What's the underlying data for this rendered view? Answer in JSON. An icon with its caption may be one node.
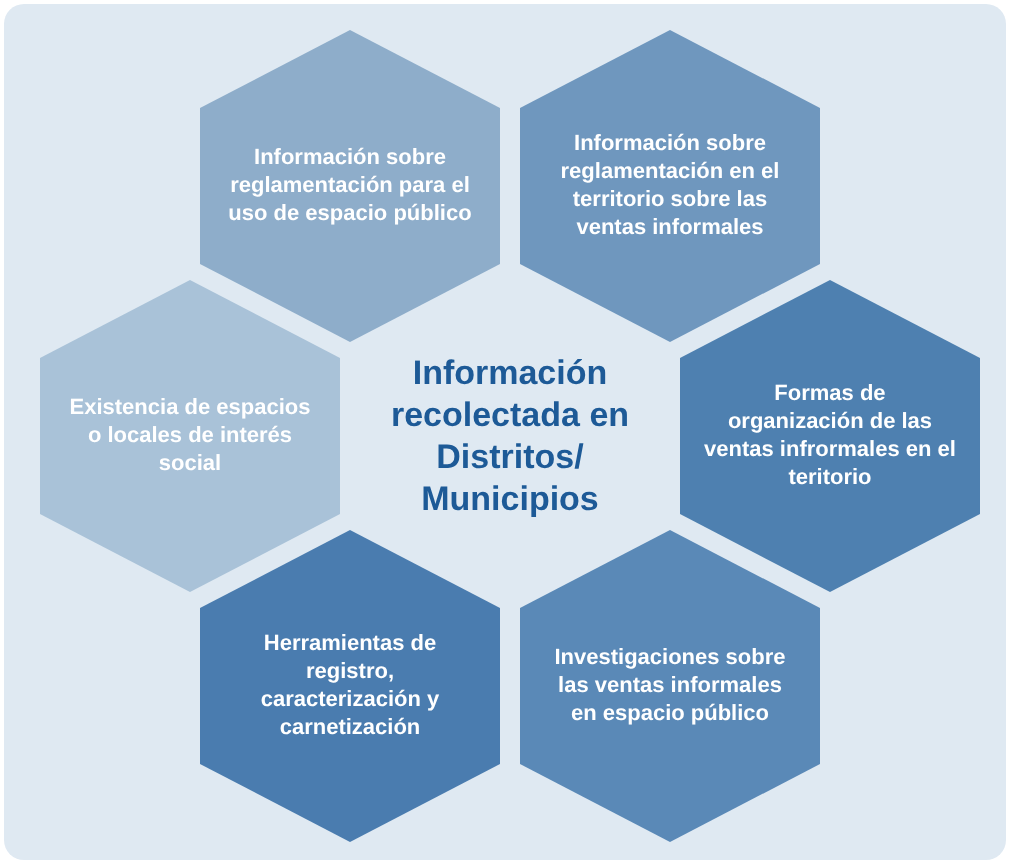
{
  "diagram": {
    "nodes": [
      {
        "text": [
          "Información sobre reglamentación para el uso de espacio público"
        ]
      },
      {
        "text": [
          "Información sobre reglamentación en el territorio sobre las ventas informales"
        ]
      },
      {
        "text": [
          "Existencia de espacios o locales de interés social"
        ]
      },
      {
        "text": [
          "Información recolectada en Distritos/ Municipios"
        ]
      },
      {
        "text": [
          "Formas de organización de las ventas infrormales en el teritorio"
        ]
      },
      {
        "text": [
          "Herramientas de registro, caracterización y carnetización"
        ]
      },
      {
        "text": [
          "Investigaciones sobre las ventas informales en espacio público"
        ]
      }
    ]
  }
}
